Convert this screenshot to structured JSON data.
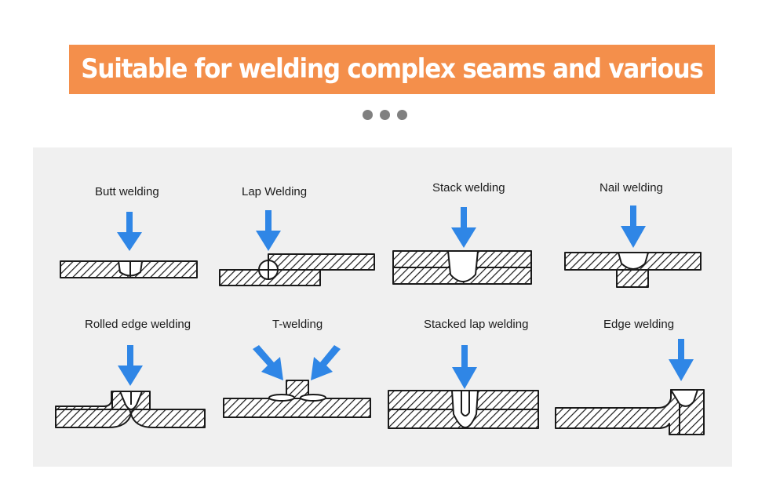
{
  "banner": {
    "title": "Suitable for welding complex seams and various devices"
  },
  "pager": {
    "dots": 3
  },
  "diagram": {
    "labels": {
      "butt": "Butt welding",
      "lap": "Lap Welding",
      "stack": "Stack welding",
      "nail": "Nail welding",
      "rolled_edge": "Rolled edge welding",
      "t": "T-welding",
      "stacked_lap": "Stacked lap welding",
      "edge": "Edge welding"
    },
    "colors": {
      "arrow": "#2f86e6",
      "outline": "#1a1a1a",
      "banner": "#f48f4b",
      "panel": "#f0f0f0"
    }
  }
}
